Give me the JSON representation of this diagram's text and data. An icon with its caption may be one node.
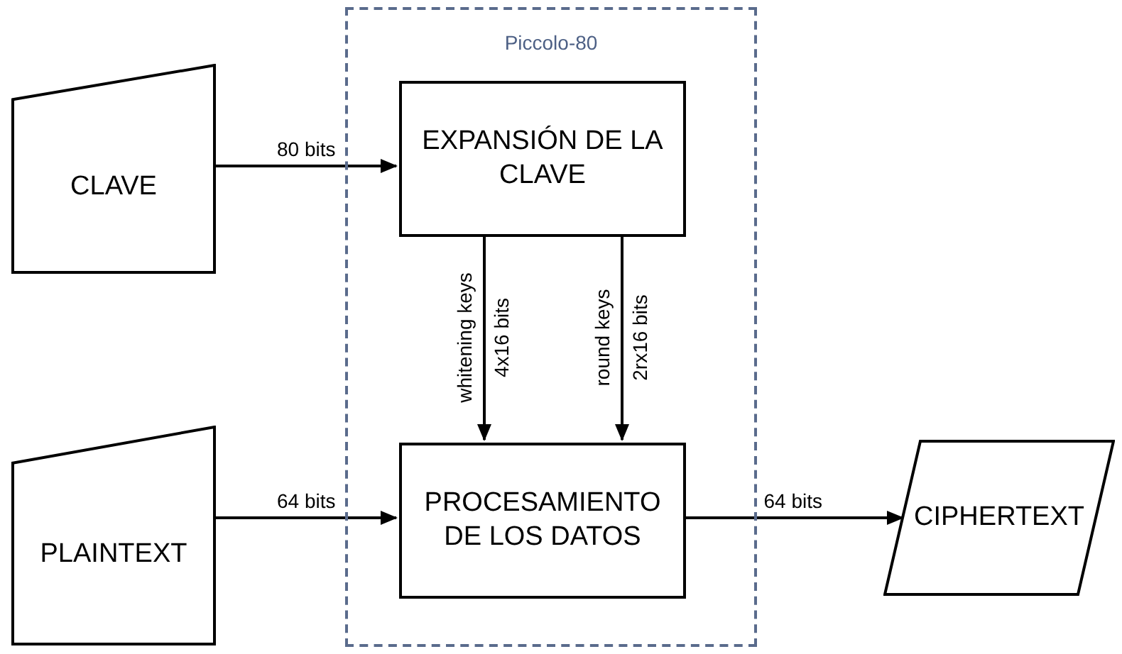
{
  "diagram": {
    "nodes": [
      {
        "text": [
          "Piccolo-80"
        ]
      },
      {
        "text": [
          "CLAVE"
        ]
      },
      {
        "text": [
          "EXPANSIÓN DE LA CLAVE"
        ],
        "in": 0
      },
      {
        "text": [
          "PLAINTEXT"
        ]
      },
      {
        "text": [
          "PROCESAMIENTO DE LOS DATOS"
        ],
        "in": 0
      },
      {
        "text": [
          "CIPHERTEXT"
        ]
      }
    ],
    "edges": [
      {
        "from": 1,
        "to": 2,
        "arrow": "to",
        "label": "80 bits"
      },
      {
        "from": 2,
        "to": 4,
        "arrow": "to",
        "label": "4x16 bits"
      },
      {
        "from": 2,
        "to": 4,
        "arrow": "to",
        "label": "2rx16 bits"
      },
      {
        "from": 3,
        "to": 4,
        "arrow": "to",
        "label": "64 bits"
      },
      {
        "from": 4,
        "to": 5,
        "arrow": "to",
        "label": "64 bits"
      }
    ],
    "labels": [
      "whitening keys",
      "round keys"
    ]
  }
}
